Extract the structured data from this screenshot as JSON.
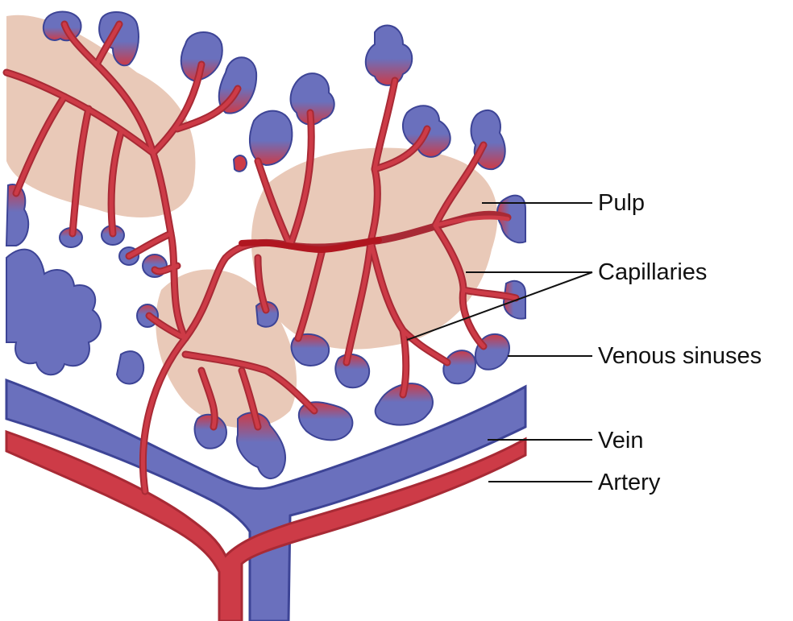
{
  "labels": {
    "pulp": "Pulp",
    "capillaries": "Capillaries",
    "venous_sinuses": "Venous sinuses",
    "vein": "Vein",
    "artery": "Artery"
  },
  "colors": {
    "artery": "#cd3b47",
    "artery_outline": "#a82a35",
    "vein": "#6a70bd",
    "vein_outline": "#3d4496",
    "pulp": "#e9c9b8",
    "central_capillary": "#b01620",
    "leader_line": "#111111"
  }
}
